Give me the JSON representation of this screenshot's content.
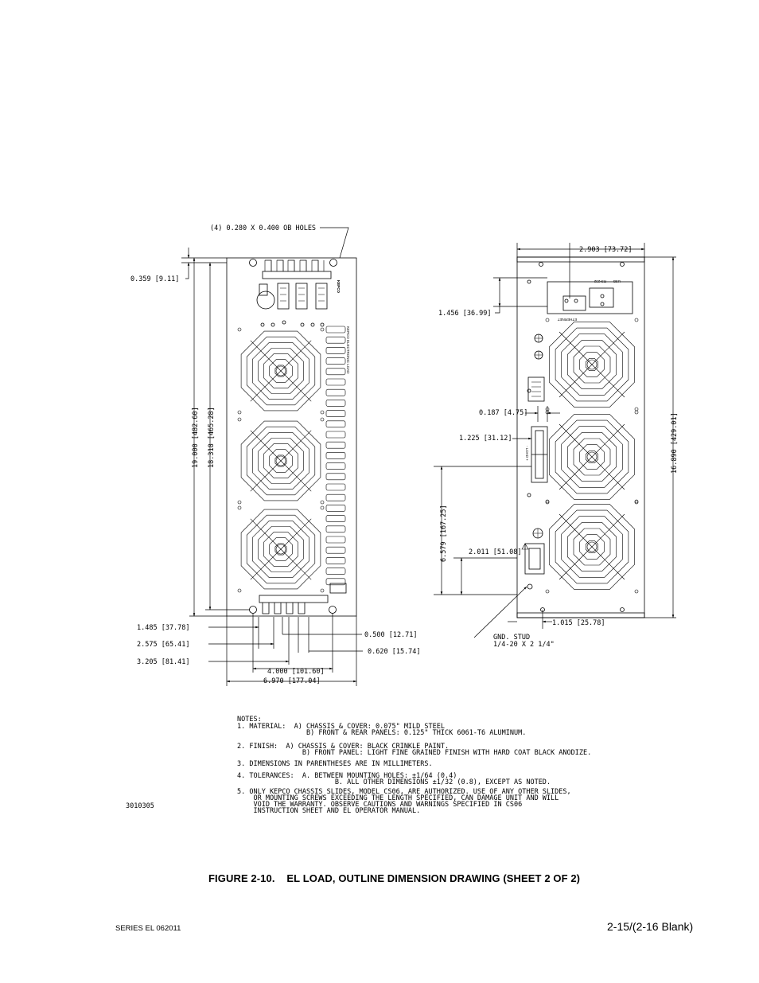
{
  "front": {
    "holes_callout": "(4) 0.280 X 0.400 OB HOLES",
    "dim_top_offset": "0.359 [9.11]",
    "dim_height_total": "19.000 [482.60]",
    "dim_height_holes": "18.318 [465.28]",
    "dim_1485": "1.485 [37.78]",
    "dim_2575": "2.575 [65.41]",
    "dim_3205": "3.205 [81.41]",
    "dim_0500": "0.500 [12.71]",
    "dim_0620": "0.620 [15.74]",
    "dim_4000": "4.000 [101.60]",
    "dim_6970": "6.970 [177.04]",
    "brand": "KEPCO",
    "model_label": "KEPCO ELECTRONIC LOAD"
  },
  "rear": {
    "dim_2903": "2.903 [73.72]",
    "dim_1456": "1.456 [36.99]",
    "dim_0187": "0.187 [4.75]",
    "dim_1225": "1.225 [31.12]",
    "dim_6579": "6.579 [167.25]",
    "dim_2011": "2.011 [51.08]",
    "dim_16890": "16.890 [429.01]",
    "dim_1015": "1.015 [25.78]",
    "gnd_stud_1": "GND. STUD",
    "gnd_stud_2": "1/4-20 X 2 1/4\"",
    "load_label": "- LOAD +",
    "usb": "USB",
    "rs232": "RS-232",
    "ethernet": "ETHERNET"
  },
  "notes": {
    "title": "NOTES:",
    "lines": [
      "1. MATERIAL:  A) CHASSIS & COVER: 0.075\" MILD STEEL",
      "                 B) FRONT & REAR PANELS: 0.125\" THICK 6061-T6 ALUMINUM.",
      "2. FINISH:  A) CHASSIS & COVER: BLACK CRINKLE PAINT.",
      "                B) FRONT PANEL: LIGHT FINE GRAINED FINISH WITH HARD COAT BLACK ANODIZE.",
      "3. DIMENSIONS IN PARENTHESES ARE IN MILLIMETERS.",
      "4. TOLERANCES:  A. BETWEEN MOUNTING HOLES: ±1/64 (0.4)",
      "                        B. ALL OTHER DIMENSIONS ±1/32 (0.8), EXCEPT AS NOTED.",
      "5. ONLY KEPCO CHASSIS SLIDES, MODEL CS06, ARE AUTHORIZED. USE OF ANY OTHER SLIDES,",
      "    OR MOUNTING SCREWS EXCEEDING THE LENGTH SPECIFIED, CAN DAMAGE UNIT AND WILL",
      "    VOID THE WARRANTY. OBSERVE CAUTIONS AND WARNINGS SPECIFIED IN CS06",
      "    INSTRUCTION SHEET AND EL OPERATOR MANUAL."
    ]
  },
  "drawing_number": "3010305",
  "caption": "FIGURE 2-10.    EL LOAD, OUTLINE DIMENSION DRAWING (SHEET 2 OF 2)",
  "footer": {
    "left": "SERIES EL 062011",
    "right": "2-15/(2-16 Blank)"
  }
}
